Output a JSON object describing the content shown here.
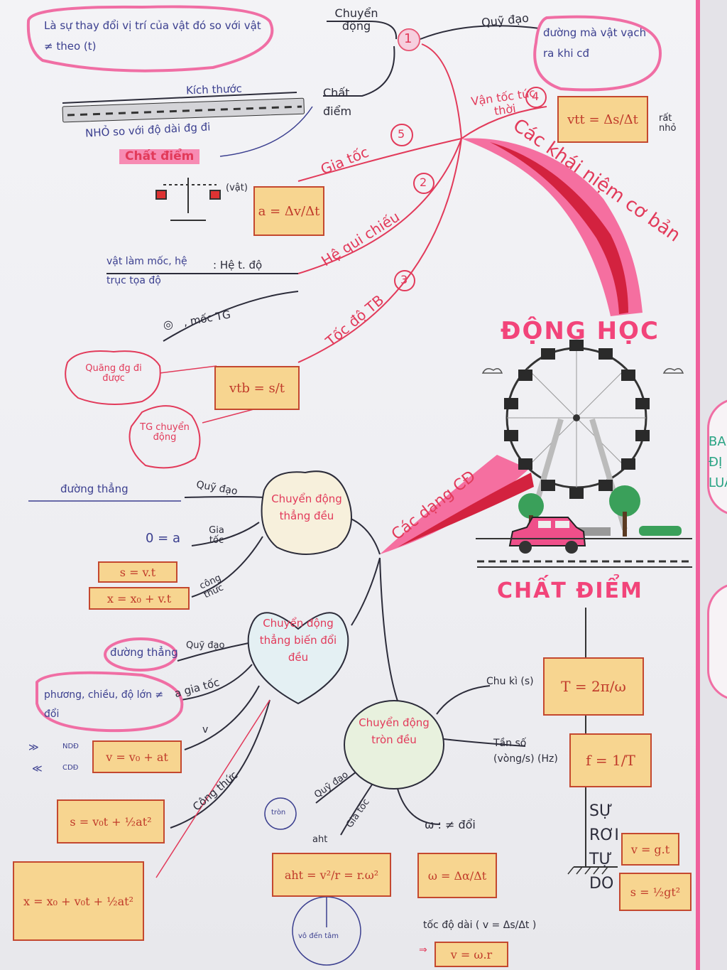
{
  "branches": {
    "motion": {
      "num": "1",
      "label": "Chuyển động",
      "trajectory": "Quỹ đạo",
      "trajectory_def": "đường mà vật vạch ra khi cđ",
      "definition": "Là sự thay đổi vị trí của vật đó so với vật ≠ theo (t)"
    },
    "point": {
      "label": "Chất điểm",
      "size": "Kích thước",
      "small": "NHỎ so với độ dài đg đi",
      "tag": "Chất điểm",
      "object": "(vật)"
    },
    "velocity": {
      "num": "4",
      "label": "Vận tốc tức thời",
      "formula": "vtt = Δs/Δt",
      "note": "rất nhỏ"
    },
    "accel": {
      "num": "5",
      "label": "Gia tốc",
      "formula": "a = Δv/Δt"
    },
    "frame": {
      "num": "2",
      "label": "Hệ qui chiếu",
      "coord": ": Hệ t. độ",
      "ref": "vật làm mốc, hệ trục tọa độ",
      "clock": ", mốc TG"
    },
    "avg": {
      "num": "3",
      "label": "Tốc độ TB",
      "formula": "vtb = s/t",
      "dist": "Quãng đg đi được",
      "time": "TG chuyển động"
    }
  },
  "ribbons": {
    "concepts": "Các khái niệm cơ bản",
    "types": "Các dạng CĐ"
  },
  "titles": {
    "main": "ĐỘNG HỌC",
    "sub": "CHẤT ĐIỂM"
  },
  "uniform": {
    "node": "Chuyển động thẳng đều",
    "traj_lbl": "Quỹ đạo",
    "traj_val": "đường thẳng",
    "acc_lbl": "Gia tốc",
    "acc_val": "0 = a",
    "form_lbl": "công thức",
    "f1": "s = v.t",
    "f2": "x = x₀ + v.t"
  },
  "accelerated": {
    "node": "Chuyển động thẳng biến đổi đều",
    "traj_lbl": "Quỹ đạo",
    "traj_val": "đường thẳng",
    "acc_lbl": "a gia tốc",
    "acc_val": "phương, chiều, độ lớn ≠ đổi",
    "v_lbl": "v",
    "ndd": "NDĐ",
    "cdd": "CDĐ",
    "form_lbl": "Công thức",
    "f1": "v = v₀ + at",
    "f2": "s = v₀t + ½at²",
    "f3": "x = x₀ + v₀t + ½at²"
  },
  "circular": {
    "node": "Chuyển động tròn đều",
    "period_lbl": "Chu kì (s)",
    "period": "T = 2π/ω",
    "freq_lbl": "Tần số (vòng/s) (Hz)",
    "freq": "f = 1/T",
    "traj_lbl": "Quỹ đạo",
    "circle": "tròn",
    "acc_lbl": "Gia tốc",
    "aht": "aht",
    "acc": "aht = v²/r = r.ω²",
    "center": "vô đến tâm",
    "omega_lbl": "ω : ≠ đổi",
    "omega": "ω = Δα/Δt",
    "speed_lbl": "tốc độ dài ( v = Δs/Δt )",
    "speed": "v = ω.r"
  },
  "freefall": {
    "label": "SỰ RƠI TỰ DO",
    "f1": "v = g.t",
    "f2": "s = ½gt²"
  },
  "edge": {
    "text": "BA ĐỊ LUẬ"
  },
  "colors": {
    "pink": "#f2447a",
    "crimson": "#d3223f",
    "ink": "#3b3f8f",
    "box": "#f7d590"
  }
}
